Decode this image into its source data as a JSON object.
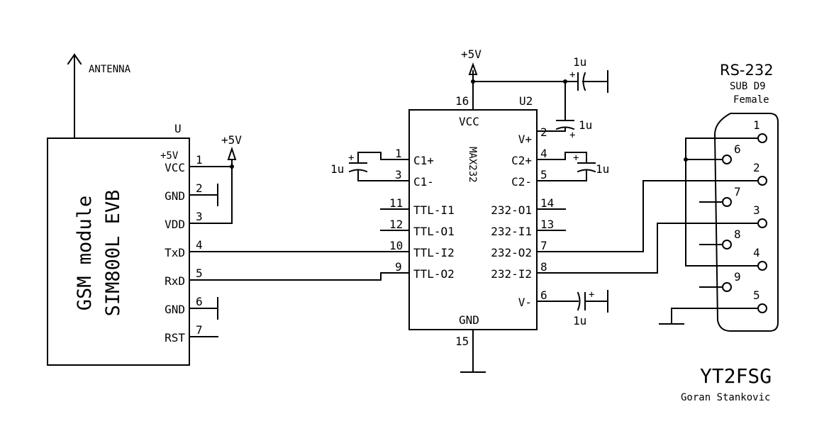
{
  "antenna": "ANTENNA",
  "gsm": {
    "ref": "U",
    "line1": "GSM module",
    "line2": "SIM800L EVB",
    "pins": [
      {
        "num": "1",
        "name": "VCC",
        "sub": "+5V"
      },
      {
        "num": "2",
        "name": "GND"
      },
      {
        "num": "3",
        "name": "VDD"
      },
      {
        "num": "4",
        "name": "TxD"
      },
      {
        "num": "5",
        "name": "RxD"
      },
      {
        "num": "6",
        "name": "GND"
      },
      {
        "num": "7",
        "name": "RST"
      }
    ],
    "supply": "+5V"
  },
  "max232": {
    "ref": "U2",
    "part": "MAX232",
    "vcc": "VCC",
    "vcc_pin": "16",
    "gnd": "GND",
    "gnd_pin": "15",
    "supply": "+5V",
    "left_pins": [
      {
        "num": "1",
        "name": "C1+"
      },
      {
        "num": "3",
        "name": "C1-"
      },
      {
        "num": "11",
        "name": "TTL-I1"
      },
      {
        "num": "12",
        "name": "TTL-O1"
      },
      {
        "num": "10",
        "name": "TTL-I2"
      },
      {
        "num": "9",
        "name": "TTL-O2"
      }
    ],
    "right_pins": [
      {
        "num": "2",
        "name": "V+"
      },
      {
        "num": "4",
        "name": "C2+"
      },
      {
        "num": "5",
        "name": "C2-"
      },
      {
        "num": "14",
        "name": "232-O1"
      },
      {
        "num": "13",
        "name": "232-I1"
      },
      {
        "num": "7",
        "name": "232-O2"
      },
      {
        "num": "8",
        "name": "232-I2"
      },
      {
        "num": "6",
        "name": "V-"
      }
    ]
  },
  "capacitors": {
    "c_top": "1u",
    "c_vplus": "1u",
    "c_c1": "1u",
    "c_c2": "1u",
    "c_vminus": "1u"
  },
  "connector": {
    "title": "RS-232",
    "type": "SUB D9",
    "gender": "Female",
    "pins": [
      "1",
      "6",
      "2",
      "7",
      "3",
      "8",
      "4",
      "9",
      "5"
    ]
  },
  "author": {
    "callsign": "YT2FSG",
    "name": "Goran Stankovic"
  }
}
